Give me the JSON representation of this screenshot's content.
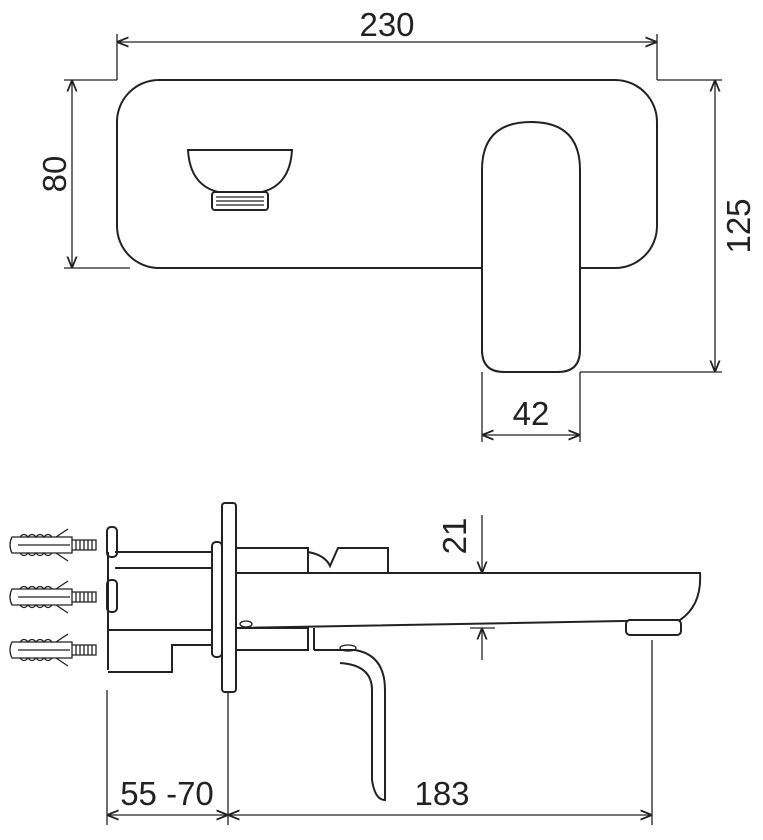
{
  "dimensions": {
    "width_top": "230",
    "height_plate": "80",
    "height_total": "125",
    "handle_width": "42",
    "spout_height": "21",
    "wall_depth": "55 -70",
    "spout_projection": "183"
  }
}
